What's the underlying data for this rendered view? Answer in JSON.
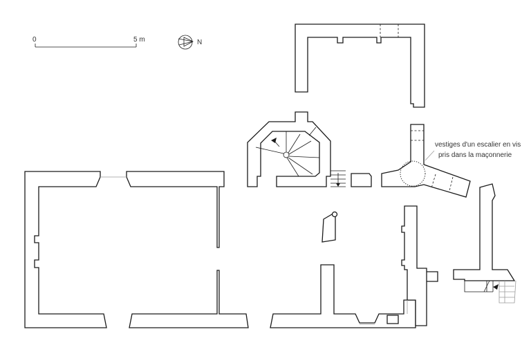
{
  "scale_bar": {
    "start_label": "0",
    "end_label": "5 m"
  },
  "north_arrow": {
    "label": "N",
    "icon": "north-arrow-icon"
  },
  "annotation": {
    "line1": "vestiges d'un escalier en vis",
    "line2": "pris dans la maçonnerie"
  }
}
